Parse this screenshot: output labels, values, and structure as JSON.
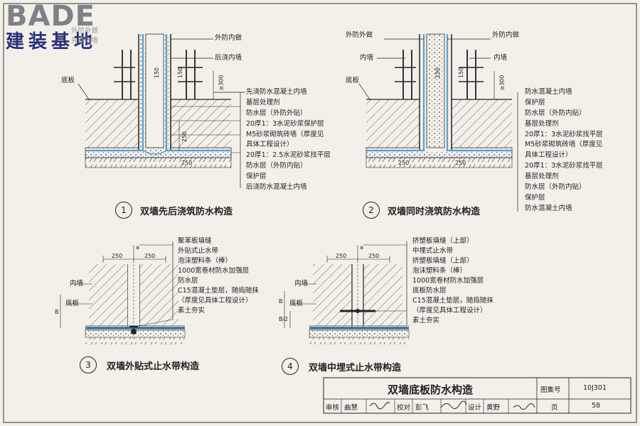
{
  "watermark": {
    "logo": "BADE",
    "sub": "建装基地",
    "overlay_top": "外防外做",
    "overlay_bottom": "先浇内墙"
  },
  "fig1": {
    "callouts_top": [
      "外防内做",
      "后浇内墙"
    ],
    "side_label": "底板",
    "layers": [
      "先浇防水混凝土内墙",
      "基层处理剂",
      "防水层（外防外贴）",
      "20厚1：3水泥砂浆保护层",
      "M5砂浆砌筑砖墙（厚度见",
      "具体工程设计）",
      "20厚1：2.5水泥砂浆找平层",
      "防水层（外防内贴）",
      "保护层",
      "后浇防水混凝土内墙"
    ],
    "dims": [
      "150",
      "150",
      "≥300",
      "250",
      "250"
    ],
    "number": "1",
    "caption": "双墙先后浇筑防水构造"
  },
  "fig2": {
    "callouts_top": [
      "外防外做",
      "外防内做"
    ],
    "side_labels": [
      "内墙",
      "底板"
    ],
    "right_label": "内墙",
    "layers": [
      "防水混凝土内墙",
      "保护层",
      "防水层（外防内贴）",
      "基层处理剂",
      "20厚1：3水泥砂浆找平层",
      "M5砂浆砌筑砖墙（厚度见",
      "具体工程设计）",
      "20厚1：3水泥砂浆找平层",
      "基层处理剂",
      "防水层（外防内贴）",
      "保护层",
      "防水混凝土内墙"
    ],
    "dims": [
      "150",
      "150",
      "≥300",
      "250",
      "250"
    ],
    "number": "2",
    "caption": "双墙同时浇筑防水构造"
  },
  "fig3": {
    "side_labels": [
      "内墙",
      "底板"
    ],
    "layers": [
      "聚苯板填缝",
      "外贴式止水带",
      "泡沫塑料条（棒）",
      "1000宽卷材防水加强层",
      "防水层",
      "C15混凝土垫层，随捣随抹",
      "（厚度见具体工程设计）",
      "素土夯实"
    ],
    "dims": [
      "250",
      "250",
      "a",
      "B"
    ],
    "number": "3",
    "caption": "双墙外贴式止水带构造"
  },
  "fig4": {
    "side_labels": [
      "内墙",
      "底板"
    ],
    "layers": [
      "挤塑板填缝（上部）",
      "中埋式止水带",
      "挤塑板填缝（上部）",
      "泡沫塑料条（棒）",
      "1000宽卷材防水加强层",
      "底板防水层",
      "C15混凝土垫层，随捣随抹",
      "（厚度见具体工程设计）",
      "素土夯实"
    ],
    "dims": [
      "250",
      "250",
      "a",
      "B/2",
      "B"
    ],
    "number": "4",
    "caption": "双墙中埋式止水带构造"
  },
  "title_block": {
    "title": "双墙底板防水构造",
    "atlas_label": "图集号",
    "atlas_no": "10J301",
    "review_label": "审核",
    "reviewer": "曲慧",
    "check_label": "校对",
    "checker": "彭飞",
    "design_label": "设计",
    "designer": "黄野",
    "page_label": "页",
    "page_no": "58"
  },
  "colors": {
    "line": "#222222",
    "paper": "#f3f0e9",
    "membrane": "#5b9fd0",
    "logo_gray": "#7f8187",
    "logo_blue": "#2a2f7a"
  }
}
